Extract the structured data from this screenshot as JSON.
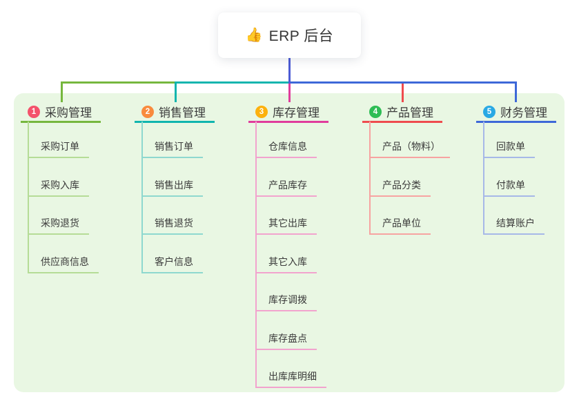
{
  "root": {
    "icon": "👍",
    "label": "ERP 后台"
  },
  "colors": {
    "canvas_bg": "#ffffff",
    "panel_bg": "#e9f7e3",
    "trunk_line": "#4c5bd4",
    "text": "#3b3b3b"
  },
  "branches": [
    {
      "number": "1",
      "label": "采购管理",
      "color": "#76b73e",
      "light_color": "#b5dc96",
      "badge_color": "#f4526b",
      "children": [
        "采购订单",
        "采购入库",
        "采购退货",
        "供应商信息"
      ]
    },
    {
      "number": "2",
      "label": "销售管理",
      "color": "#10b5ae",
      "light_color": "#8ed8cf",
      "badge_color": "#f98b3d",
      "children": [
        "销售订单",
        "销售出库",
        "销售退货",
        "客户信息"
      ]
    },
    {
      "number": "3",
      "label": "库存管理",
      "color": "#e03c9c",
      "light_color": "#f2a3ce",
      "badge_color": "#fcb10d",
      "children": [
        "仓库信息",
        "产品库存",
        "其它出库",
        "其它入库",
        "库存调拨",
        "库存盘点",
        "出库库明细"
      ]
    },
    {
      "number": "4",
      "label": "产品管理",
      "color": "#ef4b4e",
      "light_color": "#f7a3a1",
      "badge_color": "#2ebd55",
      "children": [
        "产品（物料）",
        "产品分类",
        "产品单位"
      ]
    },
    {
      "number": "5",
      "label": "财务管理",
      "color": "#3d68d8",
      "light_color": "#a6b8e8",
      "badge_color": "#29a9e4",
      "children": [
        "回款单",
        "付款单",
        "结算账户"
      ]
    }
  ]
}
